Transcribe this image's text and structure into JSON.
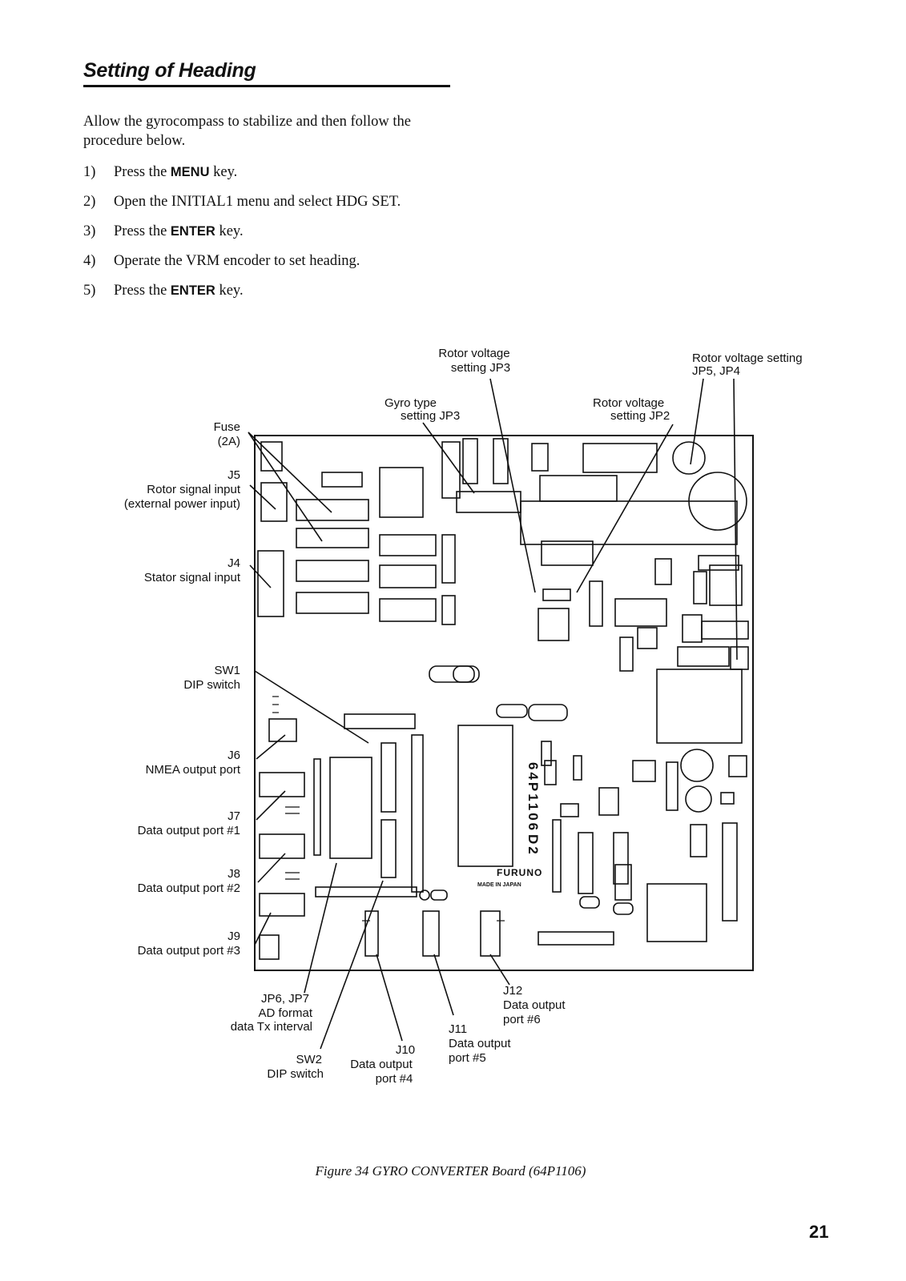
{
  "section": {
    "title": "Setting of Heading",
    "intro": "Allow the gyrocompass to stabilize and then follow the procedure below."
  },
  "steps": [
    {
      "num": "1)",
      "before": "Press the ",
      "key": "MENU",
      "after": " key."
    },
    {
      "num": "2)",
      "before": "Open the INITIAL1 menu and select HDG SET.",
      "key": "",
      "after": ""
    },
    {
      "num": "3)",
      "before": "Press the ",
      "key": "ENTER",
      "after": " key."
    },
    {
      "num": "4)",
      "before": "Operate the VRM encoder to set heading.",
      "key": "",
      "after": ""
    },
    {
      "num": "5)",
      "before": "Press the ",
      "key": "ENTER",
      "after": " key."
    }
  ],
  "figure": {
    "labels": {
      "rotor_jp3_1": "Rotor voltage",
      "rotor_jp3_2": "setting JP3",
      "rotor_jp5_1": "Rotor voltage setting",
      "rotor_jp5_2": "JP5, JP4",
      "gyro_1": "Gyro type",
      "gyro_2": "setting JP3",
      "rotor_jp2_1": "Rotor voltage",
      "rotor_jp2_2": "setting JP2",
      "fuse_1": "Fuse",
      "fuse_2": "(2A)",
      "j5_1": "J5",
      "j5_2": "Rotor signal input",
      "j5_3": "(external power input)",
      "j4_1": "J4",
      "j4_2": "Stator signal input",
      "sw1_1": "SW1",
      "sw1_2": "DIP switch",
      "j6_1": "J6",
      "j6_2": "NMEA output port",
      "j7_1": "J7",
      "j7_2": "Data output port #1",
      "j8_1": "J8",
      "j8_2": "Data output port #2",
      "j9_1": "J9",
      "j9_2": "Data output port #3",
      "jp6_1": "JP6, JP7",
      "jp6_2": "AD format",
      "jp6_3": "data Tx interval",
      "sw2_1": "SW2",
      "sw2_2": "DIP switch",
      "j10_1": "J10",
      "j10_2": "Data output",
      "j10_3": "port #4",
      "j11_1": "J11",
      "j11_2": "Data output",
      "j11_3": "port #5",
      "j12_1": "J12",
      "j12_2": "Data output",
      "j12_3": "port #6",
      "chip_id": "64P1106",
      "chip_rev": "D2",
      "maker": "FURUNO",
      "made_in": "MADE IN JAPAN"
    },
    "caption": "Figure 34 GYRO CONVERTER Board (64P1106)"
  },
  "page": {
    "number": "21"
  }
}
